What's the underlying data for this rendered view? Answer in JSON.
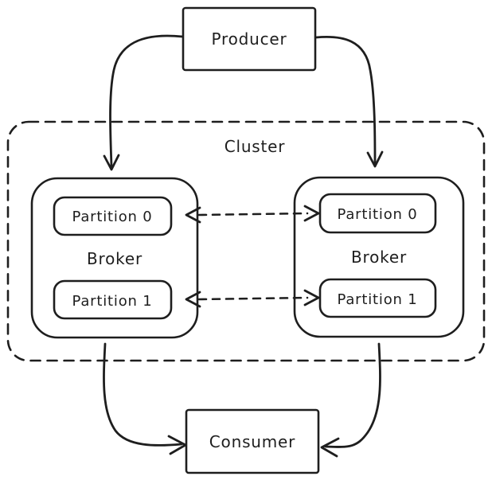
{
  "diagram": {
    "kind": "kafka-cluster-architecture",
    "colors": {
      "stroke": "#1e1e1e",
      "background": "#ffffff"
    },
    "nodes": {
      "producer": {
        "label": "Producer"
      },
      "cluster": {
        "label": "Cluster"
      },
      "broker_left": {
        "label": "Broker",
        "partitions": [
          {
            "label": "Partition 0"
          },
          {
            "label": "Partition 1"
          }
        ]
      },
      "broker_right": {
        "label": "Broker",
        "partitions": [
          {
            "label": "Partition 0"
          },
          {
            "label": "Partition 1"
          }
        ]
      },
      "consumer": {
        "label": "Consumer"
      }
    },
    "edges": [
      {
        "from": "producer",
        "to": "broker_left",
        "style": "solid-curved",
        "arrow": "single"
      },
      {
        "from": "producer",
        "to": "broker_right",
        "style": "solid-curved",
        "arrow": "single"
      },
      {
        "from": "broker_left.partition_0",
        "to": "broker_right.partition_0",
        "style": "dashed",
        "arrow": "double"
      },
      {
        "from": "broker_left.partition_1",
        "to": "broker_right.partition_1",
        "style": "dashed",
        "arrow": "double"
      },
      {
        "from": "broker_left",
        "to": "consumer",
        "style": "solid-curved",
        "arrow": "single"
      },
      {
        "from": "broker_right",
        "to": "consumer",
        "style": "solid-curved",
        "arrow": "single"
      }
    ]
  }
}
